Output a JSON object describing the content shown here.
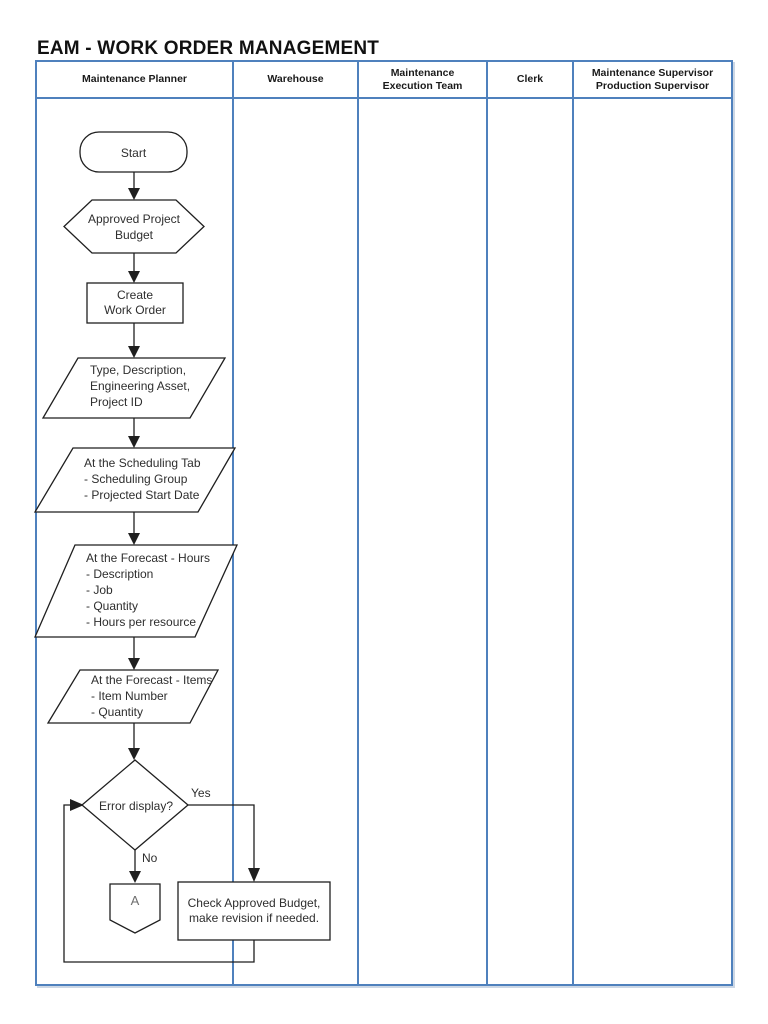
{
  "title": "EAM - WORK ORDER MANAGEMENT",
  "lanes": [
    "Maintenance Planner",
    "Warehouse",
    "Maintenance\nExecution Team",
    "Clerk",
    "Maintenance Supervisor\nProduction Supervisor"
  ],
  "flow": {
    "start": "Start",
    "approved_budget": "Approved Project\nBudget",
    "create_work_order": "Create\nWork Order",
    "wo_details": "Type, Description,\nEngineering Asset,\nProject ID",
    "scheduling_tab": "At the Scheduling Tab\n- Scheduling Group\n- Projected Start Date",
    "forecast_hours": "At the Forecast - Hours\n- Description\n- Job\n- Quantity\n- Hours per resource",
    "forecast_items": "At the Forecast - Items\n- Item Number\n- Quantity",
    "error_display": "Error display?",
    "label_yes": "Yes",
    "label_no": "No",
    "connector_a": "A",
    "check_budget": "Check Approved Budget,\nmake revision if needed."
  },
  "colors": {
    "lane_border": "#4f81bd",
    "shape_stroke": "#1f1f1f",
    "text": "#2e2e2e"
  }
}
